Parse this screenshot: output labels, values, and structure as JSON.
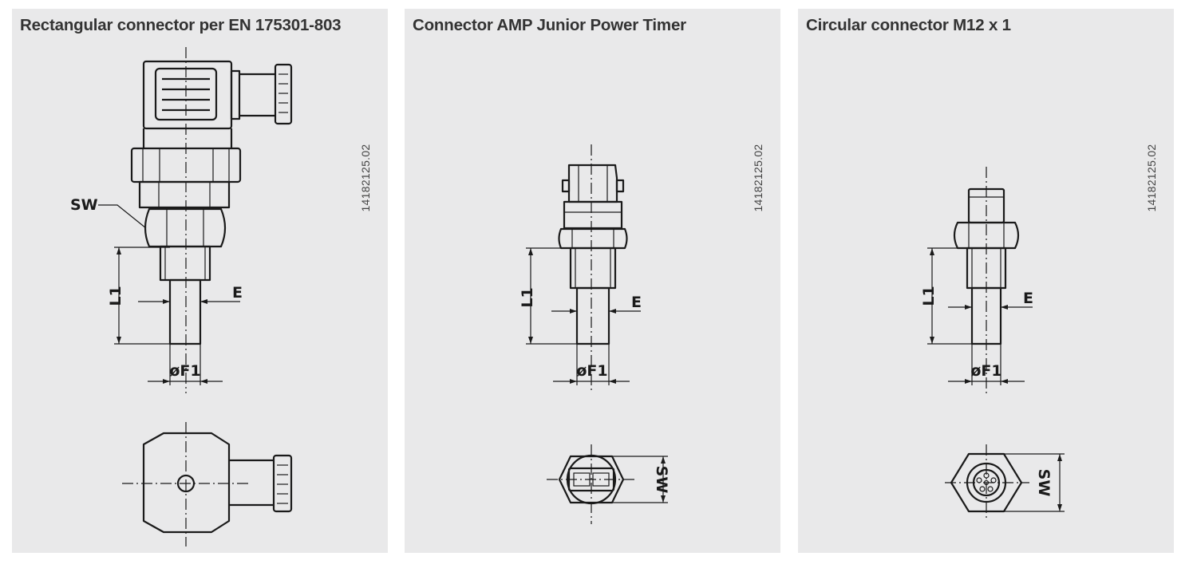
{
  "panels": [
    {
      "title": "Rectangular connector per EN 175301-803",
      "ref": "14182125.02",
      "labels": {
        "sw": "SW",
        "l1": "L1",
        "e": "E",
        "f1": "øF1"
      }
    },
    {
      "title": "Connector AMP Junior Power Timer",
      "ref": "14182125.02",
      "labels": {
        "sw": "SW",
        "l1": "L1",
        "e": "E",
        "f1": "øF1"
      }
    },
    {
      "title": "Circular connector M12 x 1",
      "ref": "14182125.02",
      "labels": {
        "sw": "SW",
        "l1": "L1",
        "e": "E",
        "f1": "øF1"
      }
    }
  ]
}
